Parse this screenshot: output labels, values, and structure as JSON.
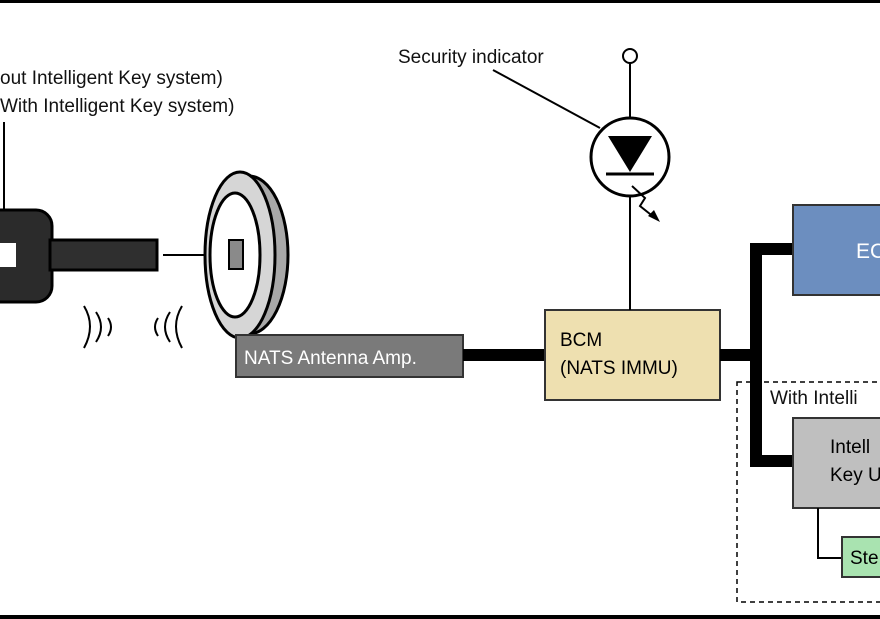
{
  "labels": {
    "key_line1": "out Intelligent Key system)",
    "key_line2": "With Intelligent Key system)",
    "security_indicator": "Security indicator",
    "nats_antenna": "NATS Antenna Amp.",
    "bcm_line1": "BCM",
    "bcm_line2": "(NATS IMMU)",
    "ecm": "EC",
    "with_intelligent": "With Intelli",
    "ik_unit_line1": "Intell",
    "ik_unit_line2": "Key U",
    "steering": "Ste"
  },
  "colors": {
    "ecm_fill": "#6c8ebf",
    "bcm_fill": "#eee0b0",
    "nats_fill": "#7a7a7a",
    "ik_unit_fill": "#bfbfbf",
    "steering_fill": "#a9e3b0",
    "wire": "#000000"
  },
  "icons": [
    "key-icon",
    "antenna-coil-icon",
    "led-indicator-icon",
    "signal-wave-icon"
  ]
}
